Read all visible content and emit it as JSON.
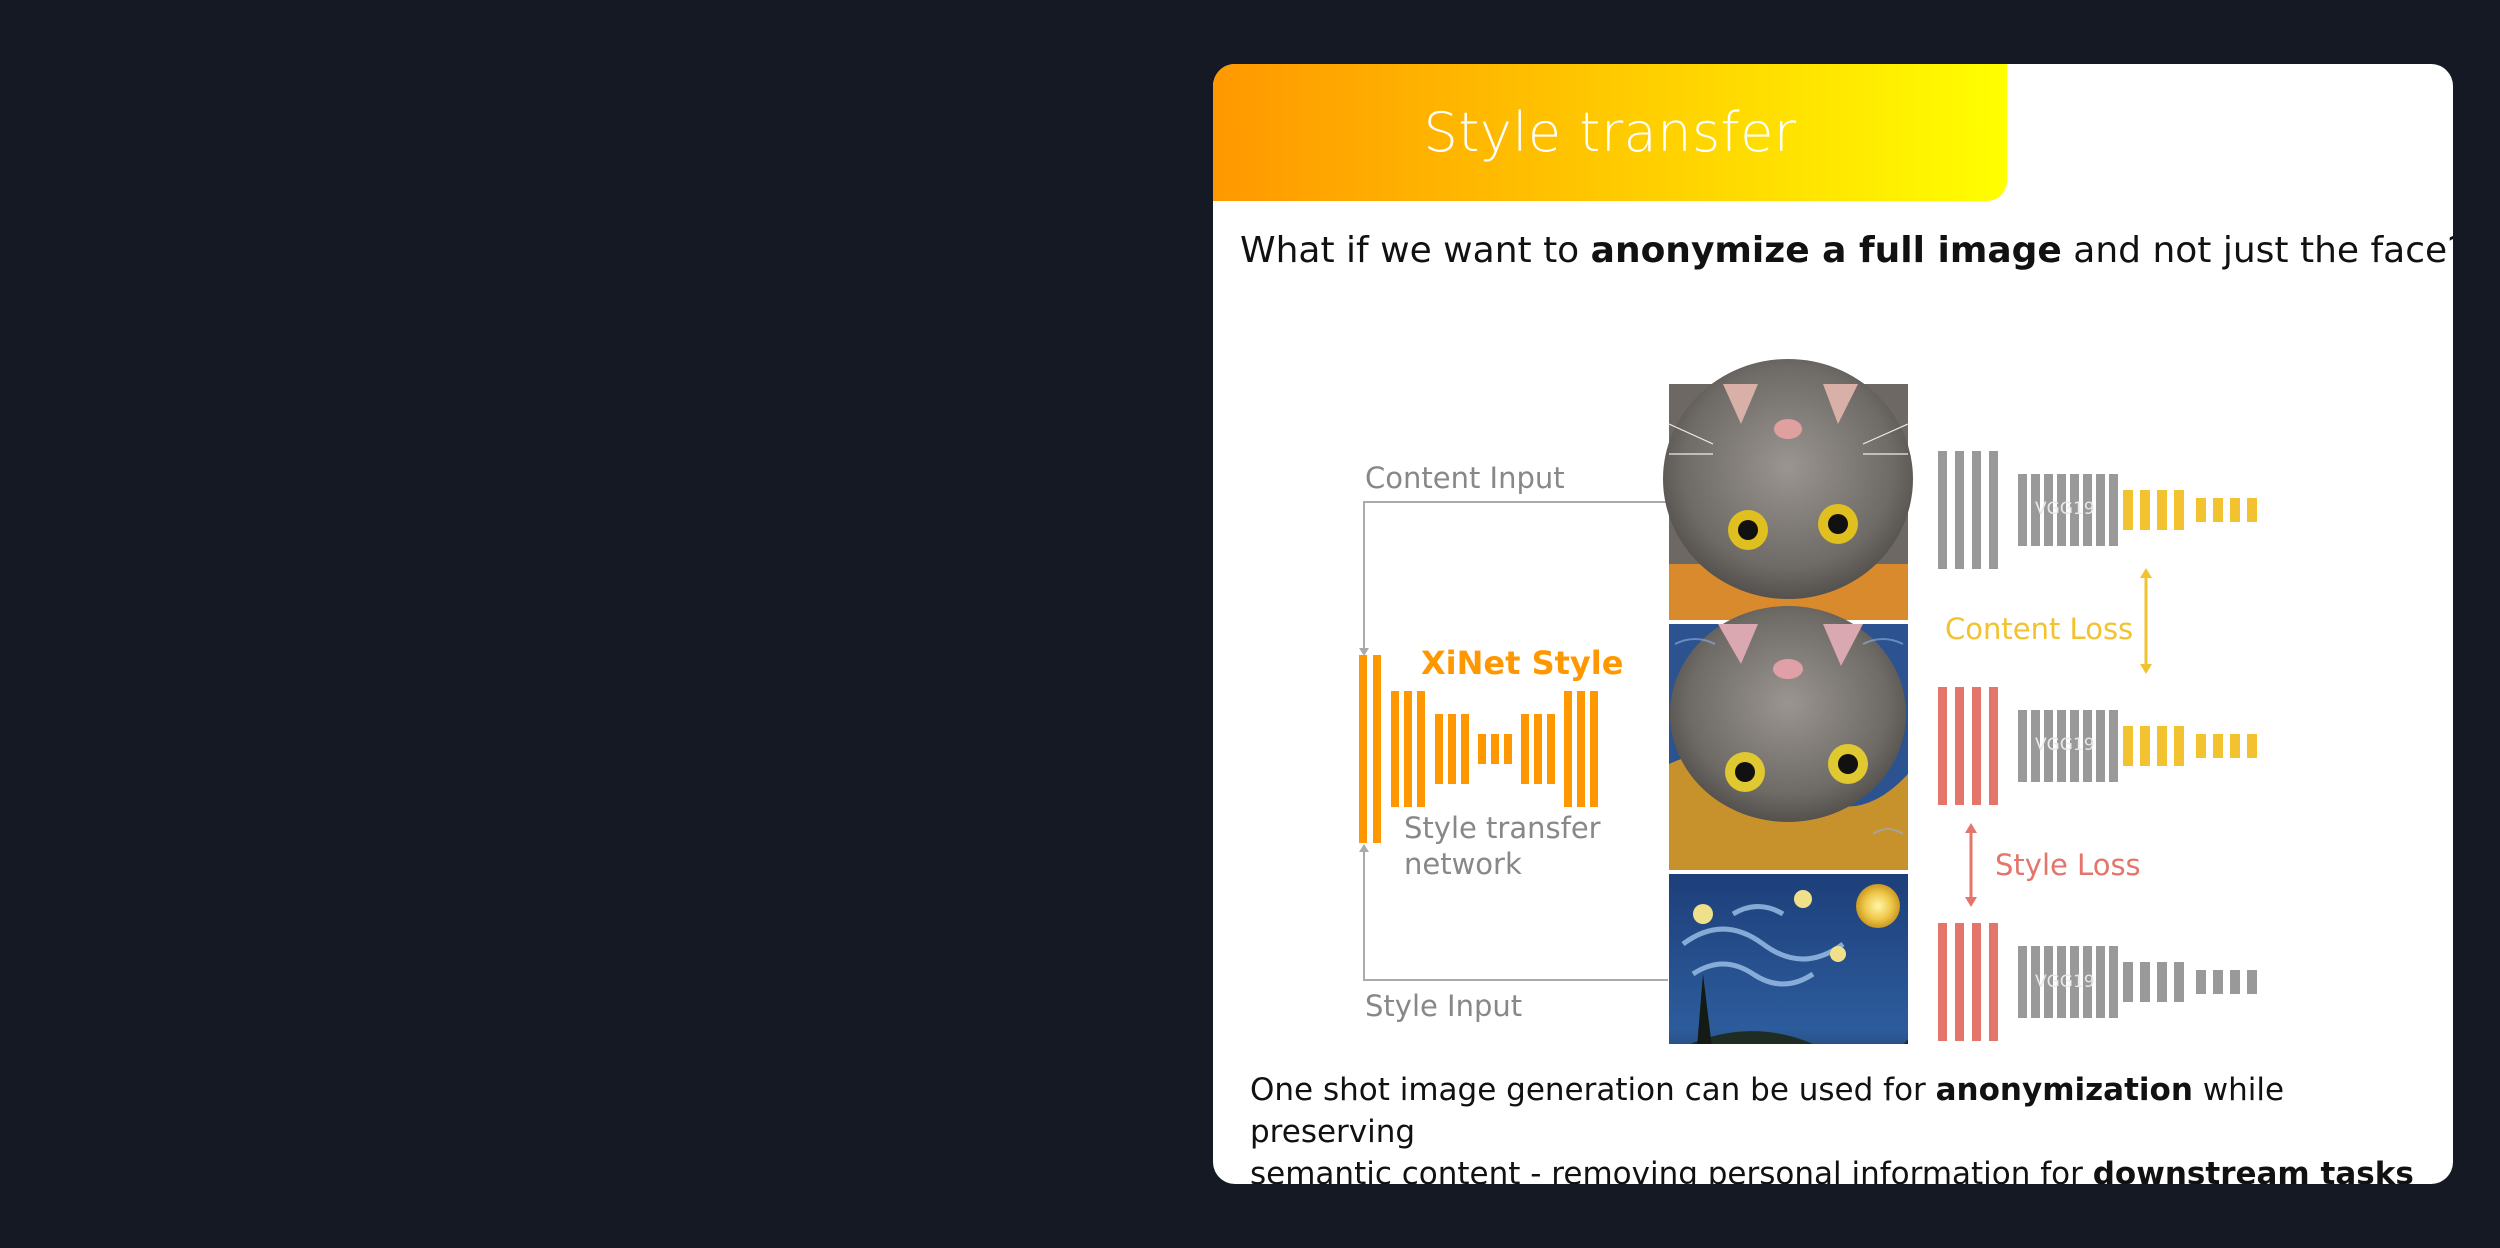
{
  "slide": {
    "title": "Style transfer",
    "question": {
      "before": "What if we want to ",
      "bold": "anonymize a full image",
      "after": " and not just the face?"
    },
    "footer": {
      "line1_before": "One shot image generation can be used for ",
      "line1_bold": "anonymization",
      "line1_after": " while preserving",
      "line2_before": "semantic content - removing personal information for ",
      "line2_bold": "downstream tasks"
    }
  },
  "diagram": {
    "content_input_label": "Content Input",
    "style_input_label": "Style Input",
    "network_title": "XiNet Style",
    "network_caption_line1": "Style transfer",
    "network_caption_line2": "network",
    "vgg_label": "VGG19",
    "content_loss_label": "Content Loss",
    "style_loss_label": "Style Loss",
    "colors": {
      "orange": "#ff9800",
      "yellow": "#f2c230",
      "red": "#e3756b",
      "gray": "#999999",
      "line": "#aaaaaa"
    },
    "images": [
      "content-cat-photo",
      "stylized-cat-output",
      "starry-night-style-painting"
    ]
  }
}
